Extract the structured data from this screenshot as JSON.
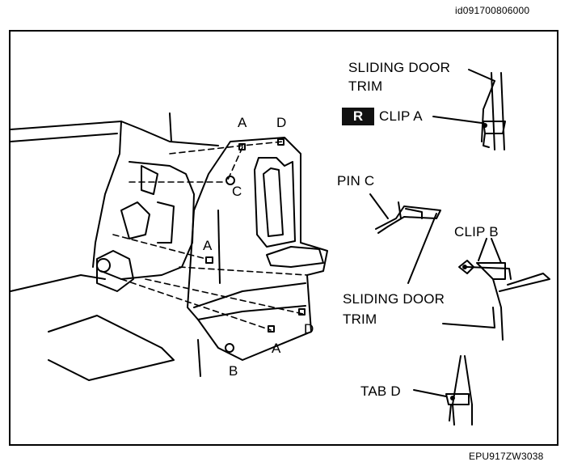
{
  "header": {
    "image_id": "id091700806000"
  },
  "footer": {
    "figure_code": "EPU917ZW3038"
  },
  "labels": {
    "sliding_door_trim_top_line1": "SLIDING DOOR",
    "sliding_door_trim_top_line2": "TRIM",
    "r_badge": "R",
    "clip_a": "CLIP A",
    "pin_c": "PIN C",
    "clip_b": "CLIP B",
    "sliding_door_trim_mid_line1": "SLIDING DOOR",
    "sliding_door_trim_mid_line2": "TRIM",
    "tab_d": "TAB D"
  },
  "panel_letters": {
    "a_top": "A",
    "d_top": "D",
    "c_mid": "C",
    "a_mid": "A",
    "d_bottom": "D",
    "a_bottom": "A",
    "b_bottom": "B"
  }
}
